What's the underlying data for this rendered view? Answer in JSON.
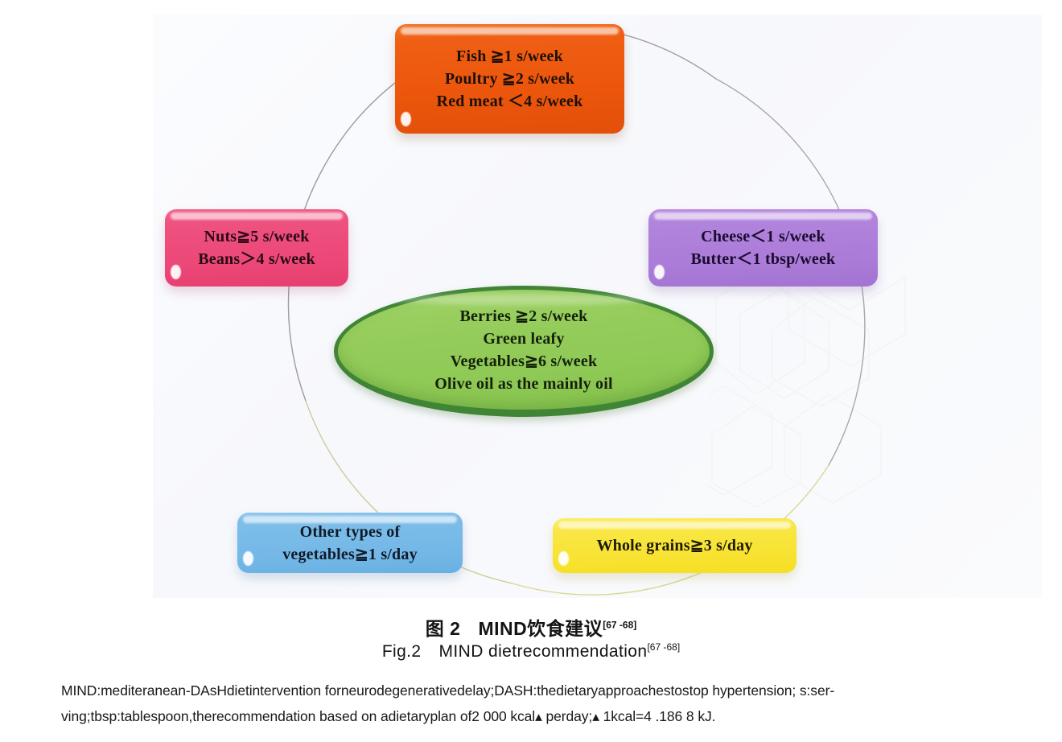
{
  "figure": {
    "background_color": "#f8f9fc",
    "circle_stroke_top": "#9a9a9e",
    "circle_stroke_bottom": "#d9d08a",
    "watermark_color": "#eef4ee"
  },
  "nodes": {
    "protein": {
      "id": "protein-box",
      "color": "#ec560c",
      "lines": [
        "Fish ≧1 s/week",
        "Poultry ≧2 s/week",
        "Red meat ＜4 s/week"
      ]
    },
    "nuts": {
      "id": "nuts-beans-box",
      "color": "#ec4878",
      "lines": [
        "Nuts≧5 s/week",
        "Beans＞4 s/week"
      ]
    },
    "dairy": {
      "id": "cheese-butter-box",
      "color": "#ab7cd8",
      "lines": [
        "Cheese＜1 s/week",
        "Butter＜1 tbsp/week"
      ]
    },
    "center": {
      "id": "core-ellipse",
      "color": "#8fc956",
      "border_color": "#3f8535",
      "lines": [
        "Berries ≧2 s/week",
        "Green leafy",
        "Vegetables≧6 s/week",
        "Olive oil as the mainly oil"
      ]
    },
    "othervegs": {
      "id": "other-vegetables-box",
      "color": "#74b8e7",
      "lines": [
        "Other types of",
        "vegetables≧1 s/day"
      ]
    },
    "grains": {
      "id": "whole-grains-box",
      "color": "#f8e333",
      "lines": [
        "Whole grains≧3 s/day"
      ]
    }
  },
  "caption": {
    "cn_label": "图 2",
    "cn_title": "MIND饮食建议",
    "cn_ref": "[67 -68]",
    "en_label": "Fig.2",
    "en_title": "MIND dietrecommendation",
    "en_ref": "[67 -68]"
  },
  "footnote": {
    "line1": "MIND:mediteranean-DAsHdietintervention forneurodegenerativedelay;DASH:thedietaryapproachestostop hypertension; s:ser-",
    "line2": "ving;tbsp:tablespoon,therecommendation based on adietaryplan of2 000 kcal▴ perday;▴ 1kcal=4 .186 8 kJ."
  }
}
